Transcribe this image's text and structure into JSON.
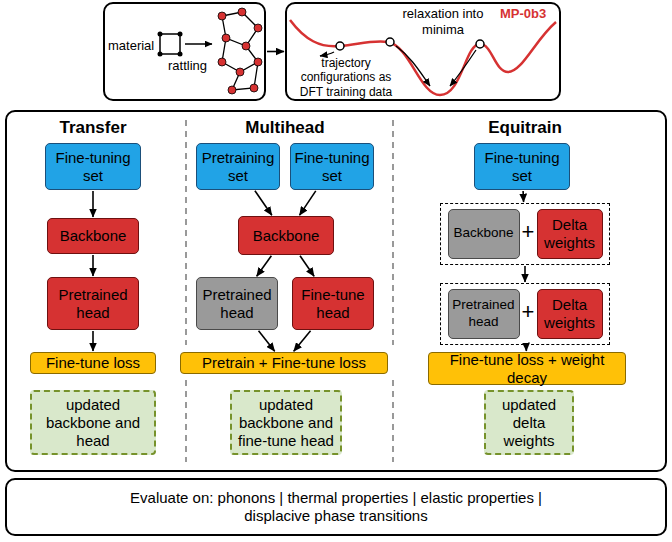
{
  "diagram": {
    "nodes": [
      {
        "text": [
          "material",
          "rattling"
        ]
      },
      {
        "text": [
          "relaxation into minima",
          "MP-0b3",
          "trajectory configurations as DFT training data"
        ]
      },
      {
        "text": [
          "Transfer",
          "Multihead",
          "Equitrain"
        ]
      },
      {
        "text": [
          "Fine-tuning set"
        ],
        "in": 2
      },
      {
        "text": [
          "Backbone"
        ],
        "in": 2
      },
      {
        "text": [
          "Pretrained head"
        ],
        "in": 2
      },
      {
        "text": [
          "Fine-tune loss"
        ],
        "in": 2
      },
      {
        "text": [
          "updated backbone and head"
        ],
        "in": 2
      },
      {
        "text": [
          "Pretraining set"
        ],
        "in": 2
      },
      {
        "text": [
          "Fine-tuning set"
        ],
        "in": 2
      },
      {
        "text": [
          "Backbone"
        ],
        "in": 2
      },
      {
        "text": [
          "Pretrained head"
        ],
        "in": 2
      },
      {
        "text": [
          "Fine-tune head"
        ],
        "in": 2
      },
      {
        "text": [
          "Pretrain + Fine-tune loss"
        ],
        "in": 2
      },
      {
        "text": [
          "updated backbone and fine-tune head"
        ],
        "in": 2
      },
      {
        "text": [
          "Fine-tuning set"
        ],
        "in": 2
      },
      {
        "text": [
          "+"
        ],
        "in": 2
      },
      {
        "text": [
          "Backbone"
        ],
        "in": 16
      },
      {
        "text": [
          "Delta weights"
        ],
        "in": 16
      },
      {
        "text": [
          "+"
        ],
        "in": 2
      },
      {
        "text": [
          "Pretrained head"
        ],
        "in": 19
      },
      {
        "text": [
          "Delta weights"
        ],
        "in": 19
      },
      {
        "text": [
          "Fine-tune loss + weight decay"
        ],
        "in": 2
      },
      {
        "text": [
          "updated delta weights"
        ],
        "in": 2
      },
      {
        "text": [
          "Evaluate on: phonons | thermal properties | elastic properties | displacive phase transitions"
        ]
      }
    ],
    "edges": [
      {
        "from": 0,
        "to": 1,
        "arrow": "to"
      },
      {
        "from": 3,
        "to": 4,
        "arrow": "to"
      },
      {
        "from": 4,
        "to": 5,
        "arrow": "to"
      },
      {
        "from": 5,
        "to": 6,
        "arrow": "to"
      },
      {
        "from": 8,
        "to": 10,
        "arrow": "to"
      },
      {
        "from": 9,
        "to": 10,
        "arrow": "to"
      },
      {
        "from": 10,
        "to": 11,
        "arrow": "to"
      },
      {
        "from": 10,
        "to": 12,
        "arrow": "to"
      },
      {
        "from": 11,
        "to": 13,
        "arrow": "to"
      },
      {
        "from": 12,
        "to": 13,
        "arrow": "to"
      },
      {
        "from": 15,
        "to": 16,
        "arrow": "to"
      },
      {
        "from": 16,
        "to": 19,
        "arrow": "to"
      },
      {
        "from": 19,
        "to": 22,
        "arrow": "to"
      }
    ]
  }
}
